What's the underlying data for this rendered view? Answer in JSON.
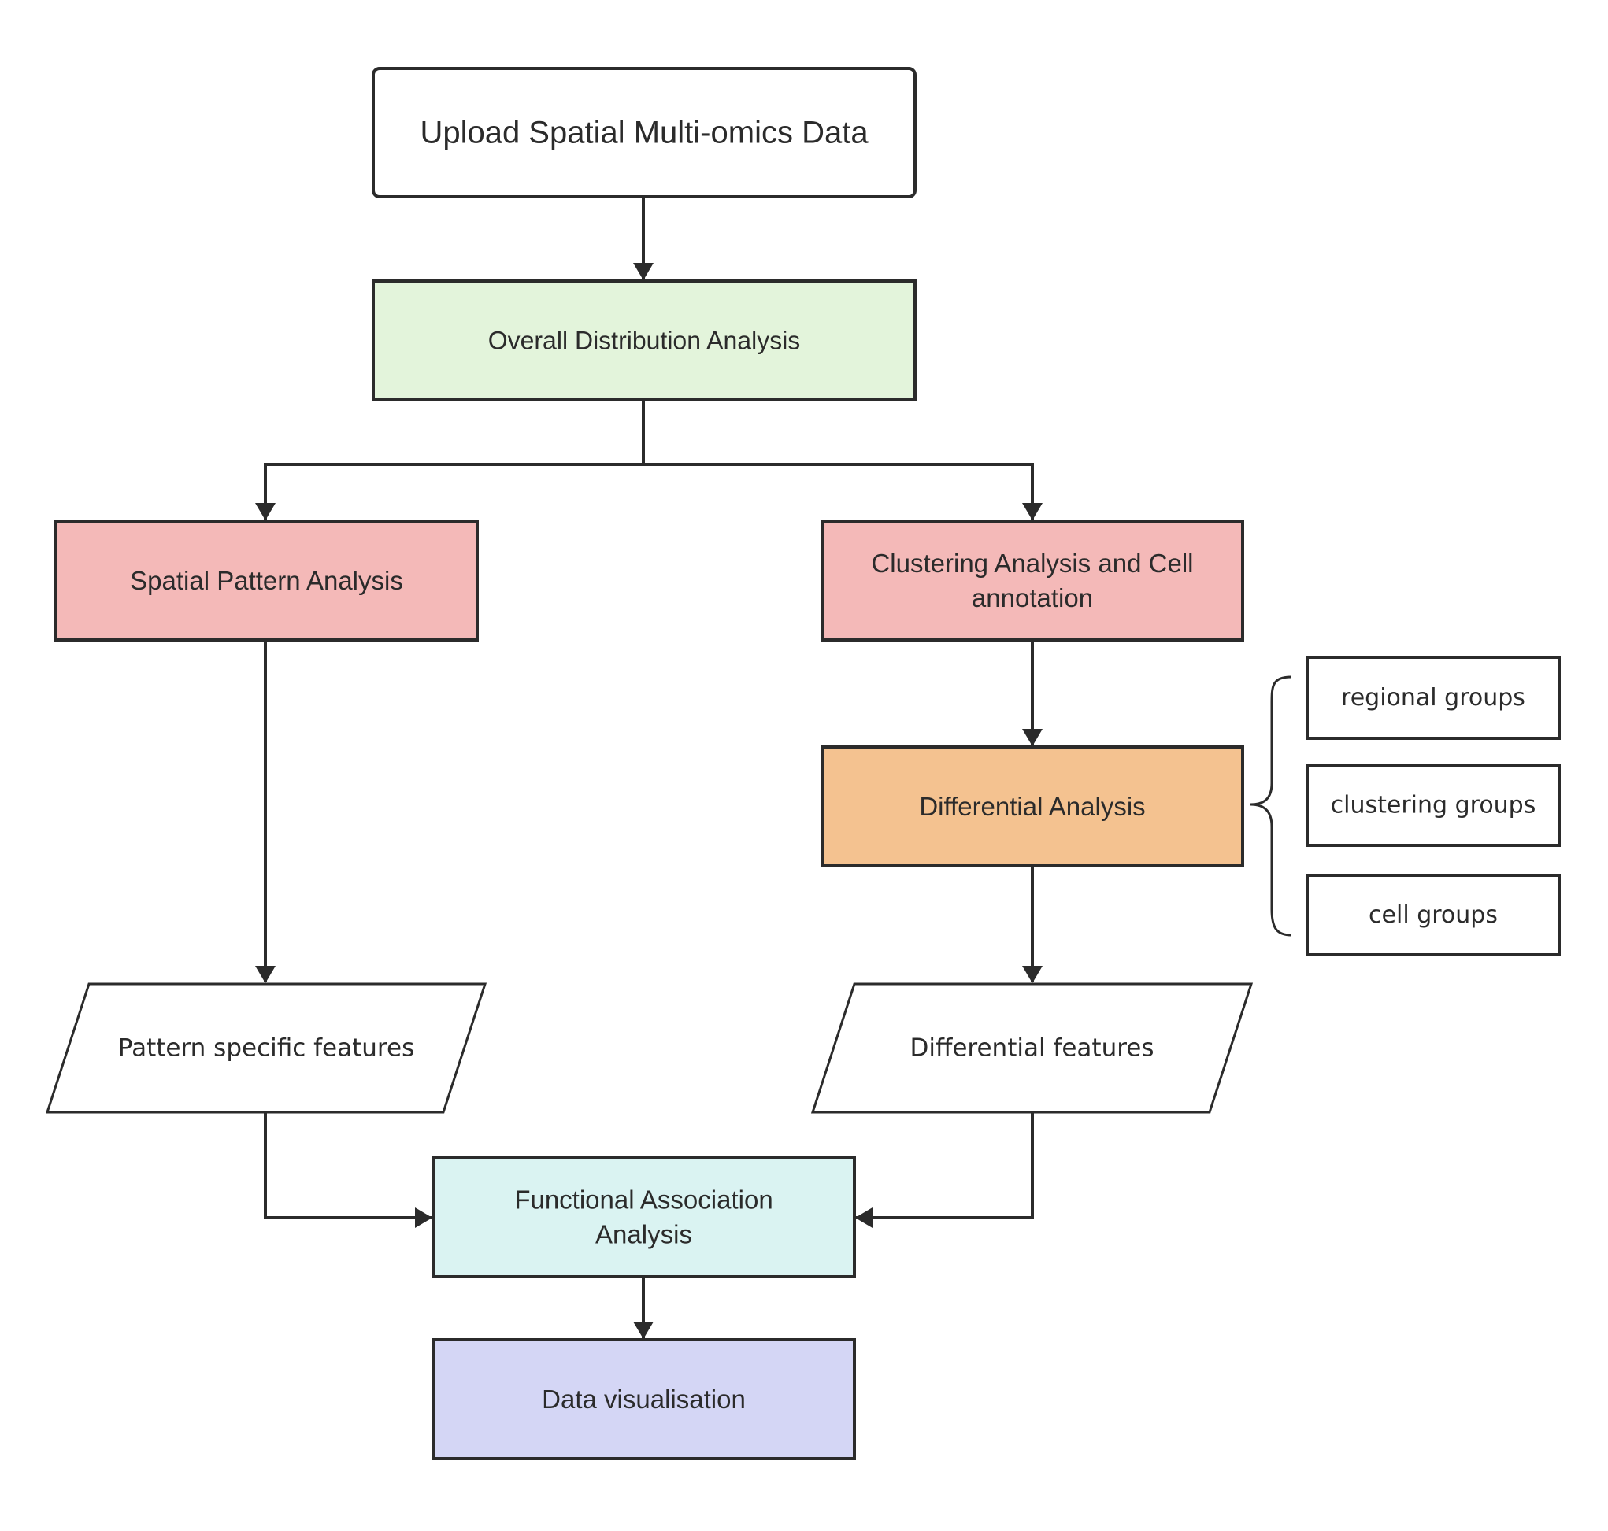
{
  "diagram": {
    "type": "flowchart",
    "colors": {
      "stroke": "#2b2b2b",
      "text": "#2b2b2b",
      "white": "#ffffff",
      "green": "#e3f4db",
      "pink": "#f4b9b8",
      "orange": "#f4c290",
      "cyan": "#daf3f2",
      "lavender": "#d4d6f5"
    },
    "nodes": {
      "upload": {
        "lines": [
          "Upload Spatial Multi-omics Data"
        ]
      },
      "overall": {
        "lines": [
          "Overall Distribution Analysis"
        ]
      },
      "spatial": {
        "lines": [
          "Spatial Pattern Analysis"
        ]
      },
      "clustering": {
        "lines": [
          "Clustering Analysis and Cell",
          "annotation"
        ]
      },
      "differential": {
        "lines": [
          "Differential Analysis"
        ]
      },
      "pattern_features": {
        "lines": [
          "Pattern specific features"
        ]
      },
      "differential_features": {
        "lines": [
          "Differential features"
        ]
      },
      "functional": {
        "lines": [
          "Functional Association",
          "Analysis"
        ]
      },
      "visualisation": {
        "lines": [
          "Data visualisation"
        ]
      }
    },
    "groups": [
      {
        "label": "regional groups"
      },
      {
        "label": "clustering groups"
      },
      {
        "label": "cell groups"
      }
    ],
    "edges": [
      {
        "from": "upload",
        "to": "overall"
      },
      {
        "from": "overall",
        "to": "spatial"
      },
      {
        "from": "overall",
        "to": "clustering"
      },
      {
        "from": "spatial",
        "to": "pattern_features"
      },
      {
        "from": "clustering",
        "to": "differential"
      },
      {
        "from": "differential",
        "to": "differential_features"
      },
      {
        "from": "pattern_features",
        "to": "functional"
      },
      {
        "from": "differential_features",
        "to": "functional"
      },
      {
        "from": "functional",
        "to": "visualisation"
      }
    ]
  }
}
